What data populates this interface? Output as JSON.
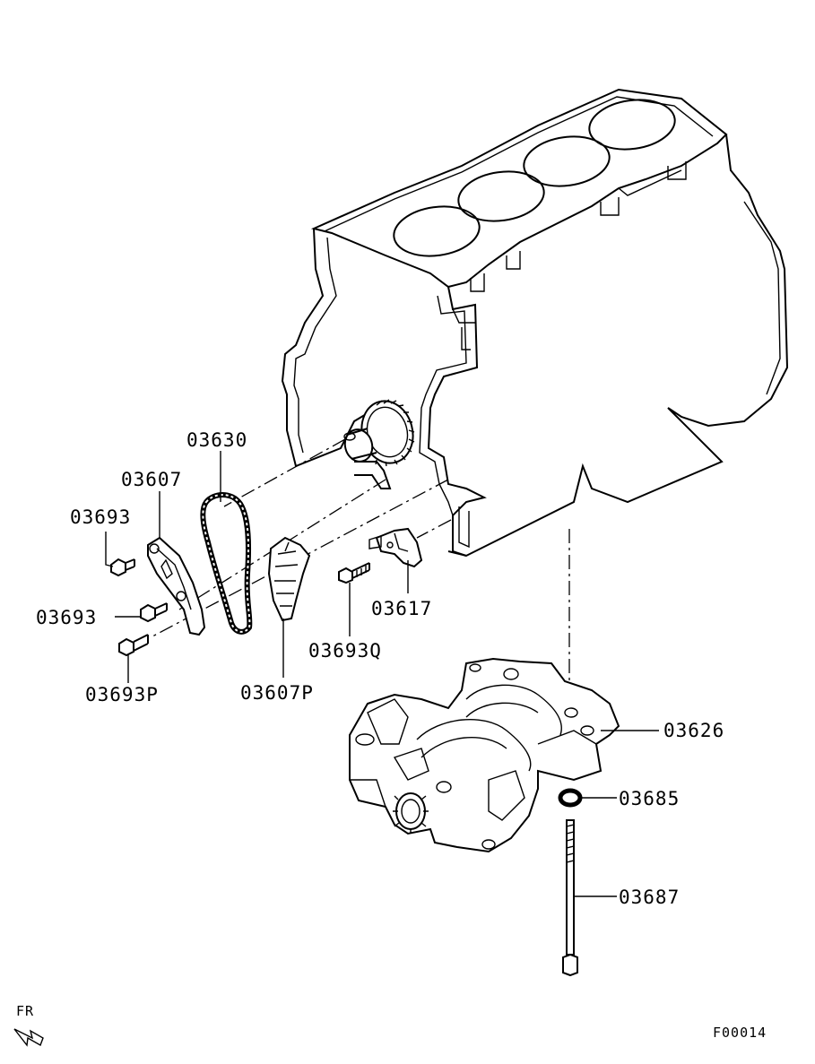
{
  "parts": [
    {
      "id": "p03630",
      "label": "03630"
    },
    {
      "id": "p03607",
      "label": "03607"
    },
    {
      "id": "p03693a",
      "label": "03693"
    },
    {
      "id": "p03693b",
      "label": "03693"
    },
    {
      "id": "p03693p",
      "label": "03693P"
    },
    {
      "id": "p03607p",
      "label": "03607P"
    },
    {
      "id": "p03617",
      "label": "03617"
    },
    {
      "id": "p03693q",
      "label": "03693Q"
    },
    {
      "id": "p03626",
      "label": "03626"
    },
    {
      "id": "p03685",
      "label": "03685"
    },
    {
      "id": "p03687",
      "label": "03687"
    }
  ],
  "direction_label": "FR",
  "figure_code": "F00014"
}
